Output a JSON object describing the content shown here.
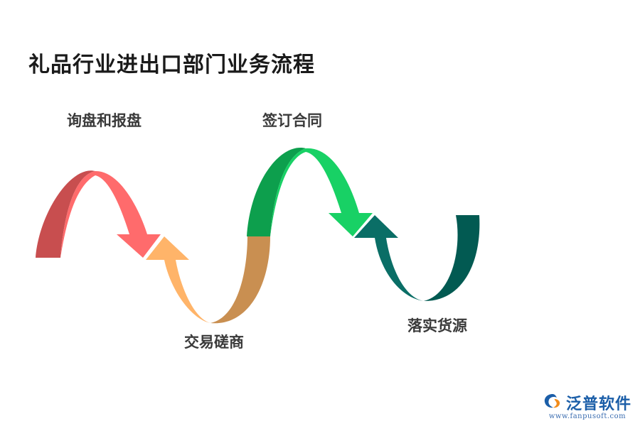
{
  "title": "礼品行业进出口部门业务流程",
  "steps": [
    {
      "label": "询盘和报盘",
      "colors": {
        "dark": "#c84e4f",
        "light": "#ff6b6c"
      }
    },
    {
      "label": "签订合同",
      "colors": {
        "dark": "#0d9f4d",
        "light": "#18d165"
      }
    },
    {
      "label": "交易磋商",
      "colors": {
        "dark": "#c98f51",
        "light": "#ffb469"
      }
    },
    {
      "label": "落实货源",
      "colors": {
        "dark": "#025a52",
        "light": "#0a6e66"
      }
    }
  ],
  "logo": {
    "name": "泛普软件",
    "url": "www.fanpusoft.com",
    "icon": "fanpu-logo-icon"
  }
}
